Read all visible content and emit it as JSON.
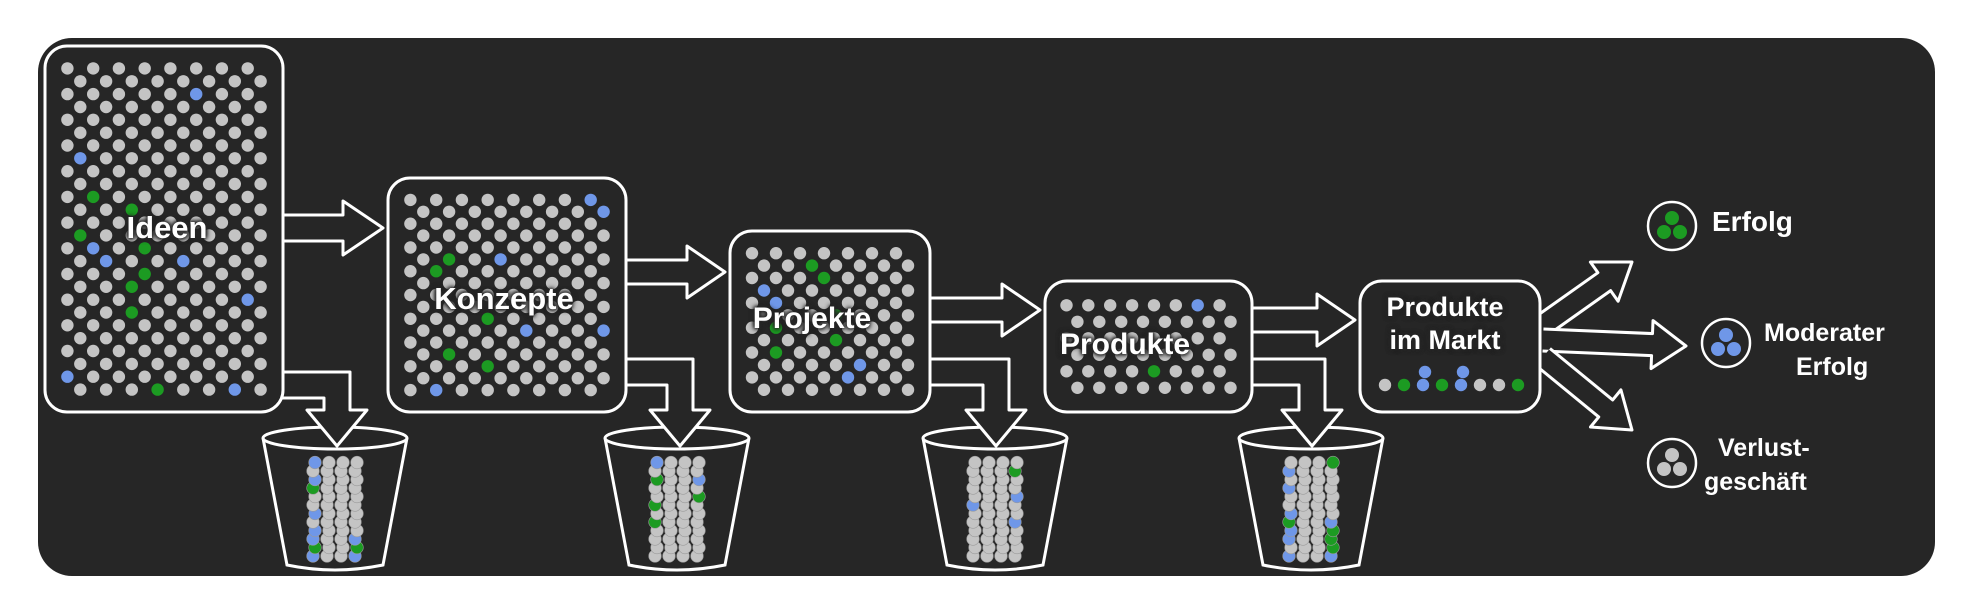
{
  "stages": [
    {
      "id": "ideen",
      "label": "Ideen"
    },
    {
      "id": "konzepte",
      "label": "Konzepte"
    },
    {
      "id": "projekte",
      "label": "Projekte"
    },
    {
      "id": "produkte",
      "label": "Produkte"
    },
    {
      "id": "markt",
      "label_line1": "Produkte",
      "label_line2": "im Markt"
    }
  ],
  "outcomes": [
    {
      "id": "erfolg",
      "label_line1": "Erfolg",
      "label_line2": "",
      "dot_color": "green"
    },
    {
      "id": "moderat",
      "label_line1": "Moderater",
      "label_line2": "Erfolg",
      "dot_color": "blue"
    },
    {
      "id": "verlust",
      "label_line1": "Verlust-",
      "label_line2": "geschäft",
      "dot_color": "gray"
    }
  ],
  "colors": {
    "background": "#262626",
    "outline": "#ffffff",
    "dot_gray": "#c4c4c4",
    "dot_green": "#1c9b22",
    "dot_blue": "#6f97e8"
  }
}
